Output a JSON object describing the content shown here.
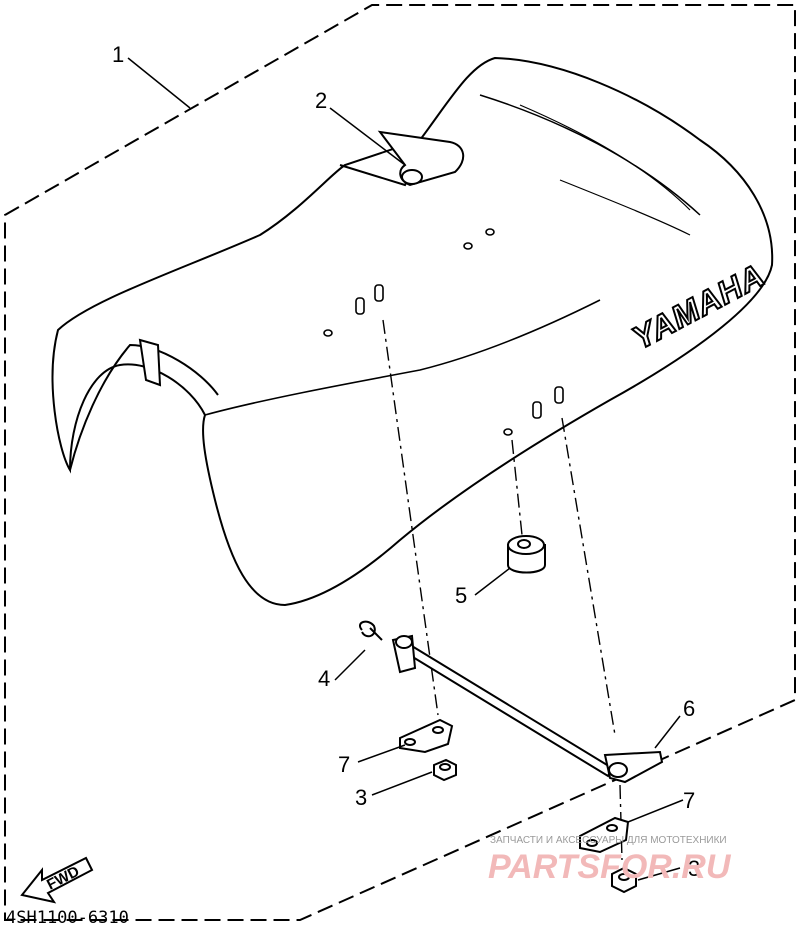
{
  "diagram": {
    "part_code": "4SH1100-6310",
    "brand_on_seat": "YAMAHA",
    "fwd_label": "FWD",
    "callouts": [
      {
        "id": "c1",
        "label": "1"
      },
      {
        "id": "c2",
        "label": "2"
      },
      {
        "id": "c3a",
        "label": "3"
      },
      {
        "id": "c3b",
        "label": "3"
      },
      {
        "id": "c4",
        "label": "4"
      },
      {
        "id": "c5",
        "label": "5"
      },
      {
        "id": "c6",
        "label": "6"
      },
      {
        "id": "c7a",
        "label": "7"
      },
      {
        "id": "c7b",
        "label": "7"
      }
    ]
  },
  "watermark": {
    "line1": "ЗАПЧАСТИ И АКСЕССУАРЫ ДЛЯ МОТОТЕХНИКИ",
    "line2": "PARTSFOR.RU"
  },
  "colors": {
    "line": "#000000",
    "watermark_text": "#9a9a9a",
    "watermark_brand": "#f2b9b9"
  }
}
